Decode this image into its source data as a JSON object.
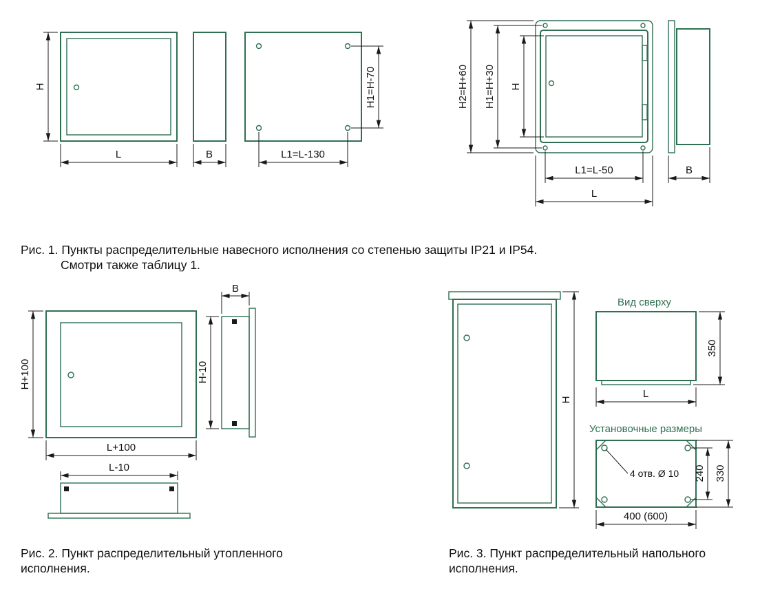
{
  "colors": {
    "drawing": "#2f6f52",
    "dimension": "#1a1a1a",
    "background": "#ffffff"
  },
  "fig1": {
    "wall_ip21": {
      "dim_H": "H",
      "dim_L": "L",
      "dim_B": "B",
      "dim_H1": "H1=H-70",
      "dim_L1": "L1=L-130"
    },
    "wall_ip54": {
      "dim_H2": "H2=H+60",
      "dim_H1": "H1=H+30",
      "dim_H": "H",
      "dim_L1": "L1=L-50",
      "dim_L": "L",
      "dim_B": "B"
    },
    "caption_line1": "Рис. 1. Пункты распределительные навесного исполнения со степенью защиты IP21 и IP54.",
    "caption_line2": "Смотри также таблицу 1."
  },
  "fig2": {
    "dim_H100": "H+100",
    "dim_L100": "L+100",
    "dim_B": "B",
    "dim_H10": "H-10",
    "dim_L10": "L-10",
    "caption_line1": "Рис. 2. Пункт распределительный утопленного",
    "caption_line2": "исполнения."
  },
  "fig3": {
    "top_view_label": "Вид сверху",
    "install_label": "Установочные размеры",
    "holes_label": "4 отв. Ø 10",
    "dim_H": "H",
    "dim_L": "L",
    "dim_350": "350",
    "dim_240": "240",
    "dim_330": "330",
    "dim_400": "400 (600)",
    "caption_line1": "Рис. 3. Пункт распределительный напольного",
    "caption_line2": "исполнения."
  }
}
